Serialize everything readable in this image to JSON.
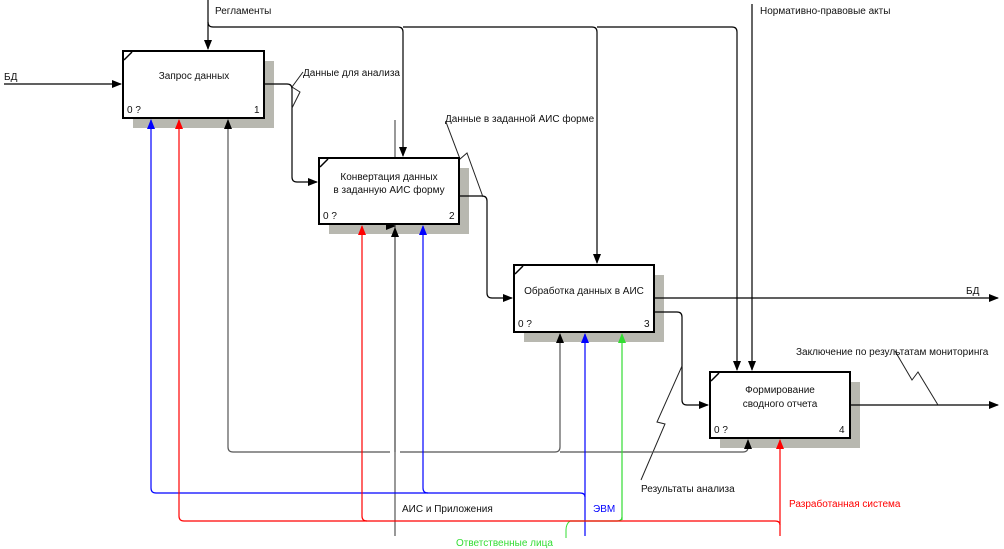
{
  "diagram": {
    "type": "IDEF0",
    "boxes": [
      {
        "id": 1,
        "title_lines": [
          "Запрос данных"
        ],
        "cost": "0 ?",
        "number": "1"
      },
      {
        "id": 2,
        "title_lines": [
          "Конвертация данных",
          "в заданную АИС форму"
        ],
        "cost": "0 ?",
        "number": "2"
      },
      {
        "id": 3,
        "title_lines": [
          "Обработка данных в АИС"
        ],
        "cost": "0 ?",
        "number": "3"
      },
      {
        "id": 4,
        "title_lines": [
          "Формирование",
          "сводного отчета"
        ],
        "cost": "0 ?",
        "number": "4"
      }
    ],
    "arrows": {
      "input_db": {
        "label": "БД",
        "role": "input",
        "to": 1,
        "color": "#000000"
      },
      "regulations": {
        "label": "Регламенты",
        "role": "control",
        "to": [
          1,
          2,
          3,
          4
        ],
        "color": "#000000"
      },
      "legal_acts": {
        "label": "Нормативно-правовые акты",
        "role": "control",
        "to": [
          4
        ],
        "color": "#000000"
      },
      "data_for_analysis": {
        "label": "Данные для анализа",
        "role": "output-input",
        "from": 1,
        "to": 2,
        "color": "#000000"
      },
      "data_in_ais_form": {
        "label": "Данные в заданной АИС форме",
        "role": "output-input",
        "from": 2,
        "to": 3,
        "color": "#000000"
      },
      "output_db": {
        "label": "БД",
        "role": "output",
        "from": 3,
        "color": "#000000"
      },
      "analysis_results": {
        "label": "Результаты анализа",
        "role": "output-input",
        "from": 3,
        "to": 4,
        "color": "#000000"
      },
      "monitoring_conclusion": {
        "label": "Заключение по результатам мониторинга",
        "role": "output",
        "from": 4,
        "color": "#000000"
      },
      "ais_apps": {
        "label": "АИС и Приложения",
        "role": "mechanism",
        "to": [
          1,
          2,
          3,
          4
        ],
        "color": "#000000"
      },
      "computer": {
        "label": "ЭВМ",
        "role": "mechanism",
        "to": [
          1,
          2,
          3
        ],
        "color": "#0000ff"
      },
      "responsible": {
        "label": "Ответственные лица",
        "role": "mechanism",
        "to": [
          3
        ],
        "color": "#33dd33"
      },
      "developed_system": {
        "label": "Разработанная система",
        "role": "mechanism",
        "to": [
          1,
          2,
          4
        ],
        "color": "#ff0000"
      }
    },
    "colors": {
      "shadow": "#b8b8b0",
      "black": "#000000",
      "blue": "#0000ff",
      "green": "#33dd33",
      "red": "#ff0000"
    }
  }
}
